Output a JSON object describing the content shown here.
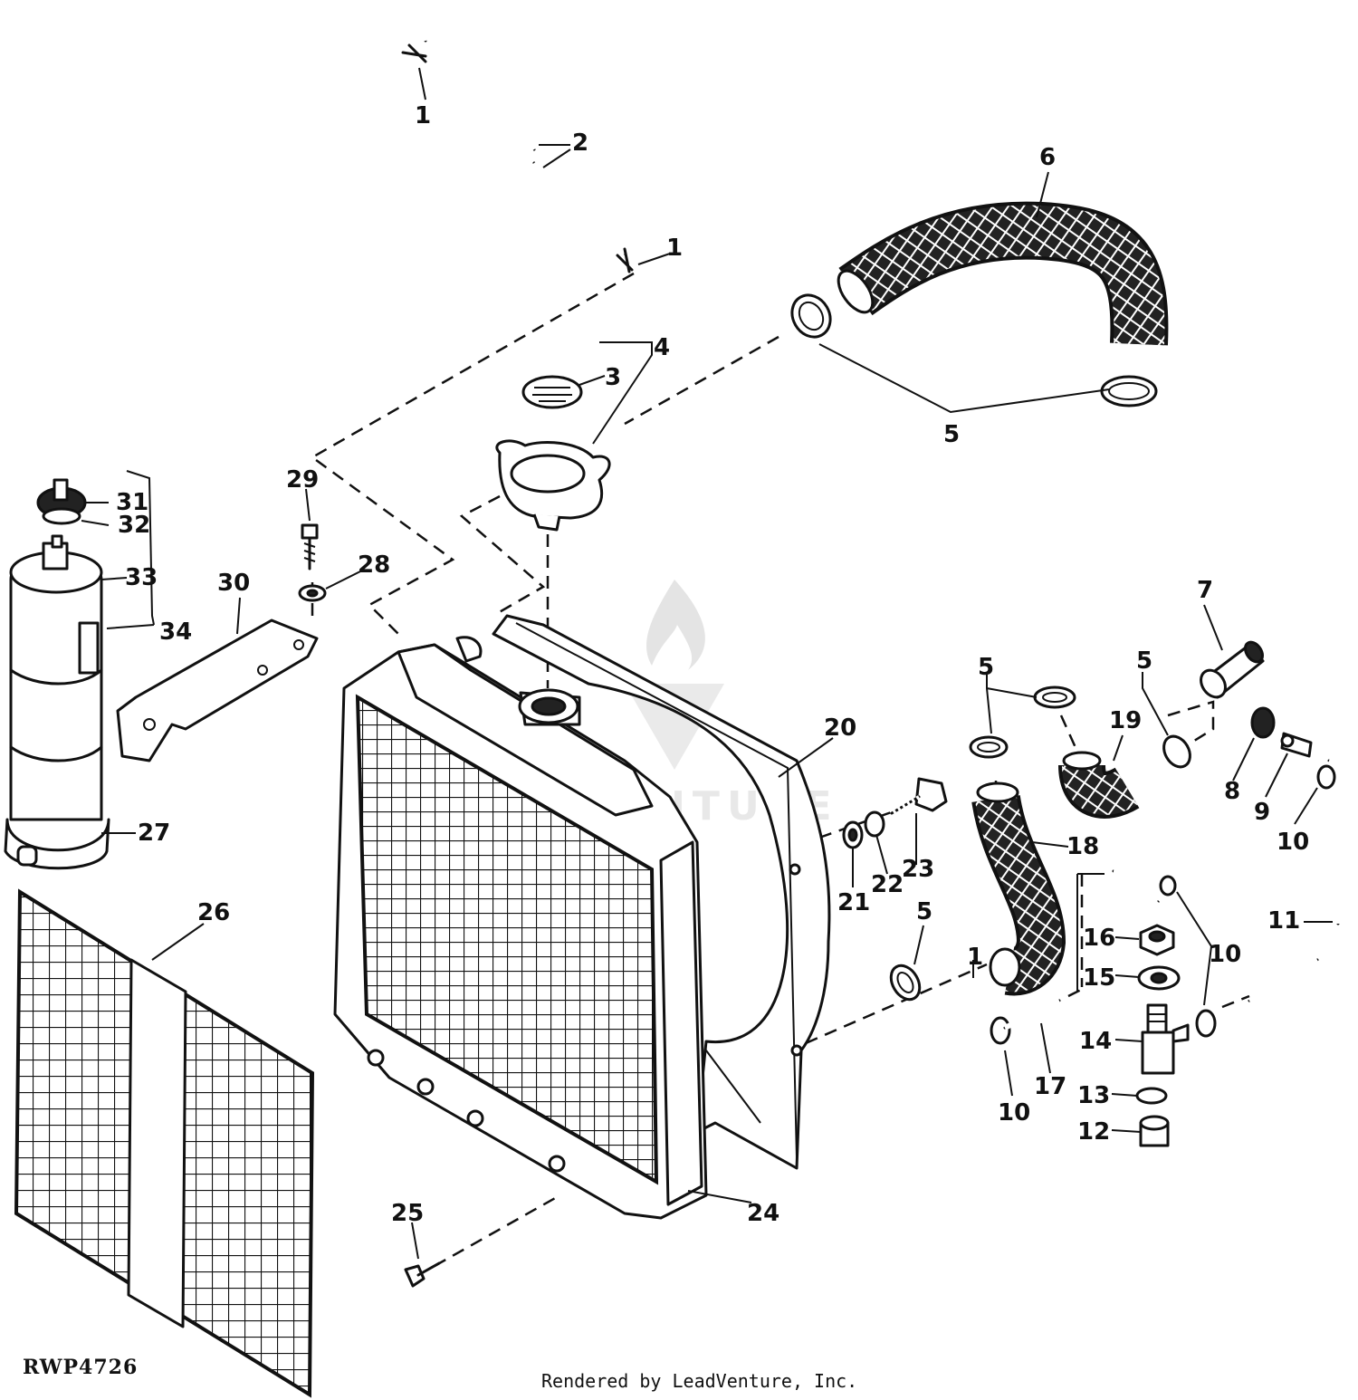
{
  "diagram": {
    "drawing_code": "RWP4726",
    "credit": "Rendered by LeadVenture, Inc.",
    "watermark": "VENTURE",
    "callouts": {
      "c1a": "1",
      "c1b": "1",
      "c1c": "1",
      "c2": "2",
      "c3": "3",
      "c4": "4",
      "c5a": "5",
      "c5b": "5",
      "c5c": "5",
      "c5d": "5",
      "c6": "6",
      "c7": "7",
      "c8": "8",
      "c9": "9",
      "c10a": "10",
      "c10b": "10",
      "c10c": "10",
      "c11": "11",
      "c12": "12",
      "c13": "13",
      "c14": "14",
      "c15": "15",
      "c16": "16",
      "c17": "17",
      "c18": "18",
      "c19": "19",
      "c20": "20",
      "c21": "21",
      "c22": "22",
      "c23": "23",
      "c24": "24",
      "c25": "25",
      "c26": "26",
      "c27": "27",
      "c28": "28",
      "c29": "29",
      "c30": "30",
      "c31": "31",
      "c32": "32",
      "c33": "33",
      "c34": "34"
    }
  }
}
